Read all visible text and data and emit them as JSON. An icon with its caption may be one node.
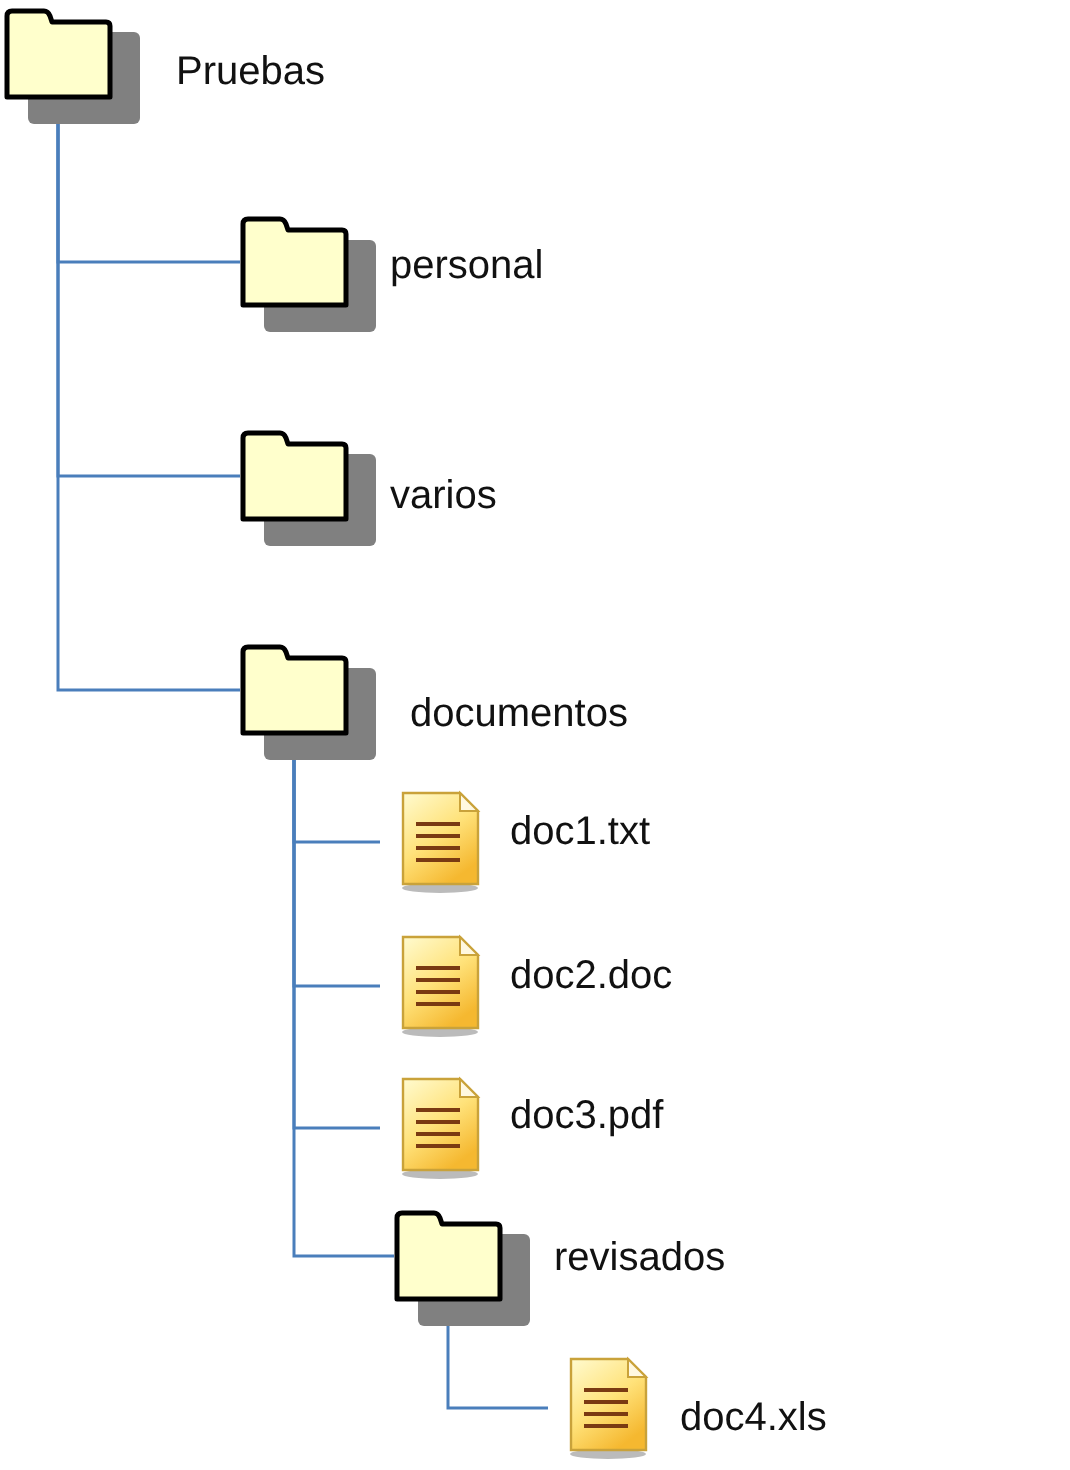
{
  "diagram": {
    "nodes": [
      {
        "text": [
          "Pruebas"
        ]
      },
      {
        "text": [
          "personal"
        ]
      },
      {
        "text": [
          "varios"
        ]
      },
      {
        "text": [
          "documentos"
        ]
      },
      {
        "text": [
          "doc1.txt"
        ]
      },
      {
        "text": [
          "doc2.doc"
        ]
      },
      {
        "text": [
          "doc3.pdf"
        ]
      },
      {
        "text": [
          "revisados"
        ]
      },
      {
        "text": [
          "doc4.xls"
        ]
      }
    ],
    "edges": [
      {
        "from": 0,
        "to": 1,
        "arrow": "none"
      },
      {
        "from": 0,
        "to": 2,
        "arrow": "none"
      },
      {
        "from": 0,
        "to": 3,
        "arrow": "none"
      },
      {
        "from": 3,
        "to": 4,
        "arrow": "none"
      },
      {
        "from": 3,
        "to": 5,
        "arrow": "none"
      },
      {
        "from": 3,
        "to": 6,
        "arrow": "none"
      },
      {
        "from": 3,
        "to": 7,
        "arrow": "none"
      },
      {
        "from": 7,
        "to": 8,
        "arrow": "none"
      }
    ]
  }
}
